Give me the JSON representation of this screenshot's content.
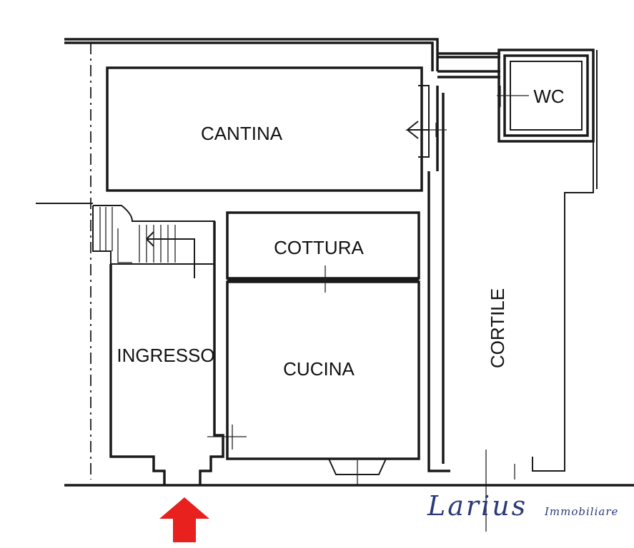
{
  "rooms": {
    "cantina": "CANTINA",
    "wc": "WC",
    "cottura": "COTTURA",
    "ingresso": "INGRESSO",
    "cucina": "CUCINA",
    "cortile": "CORTILE"
  },
  "logo": {
    "name": "Larius",
    "subtitle": "Immobiliare"
  },
  "colors": {
    "arrow": "#e8201e",
    "logo": "#2b3a78",
    "walls": "#1a1a1a"
  },
  "icons": {
    "entrance": "arrow-up-icon"
  }
}
